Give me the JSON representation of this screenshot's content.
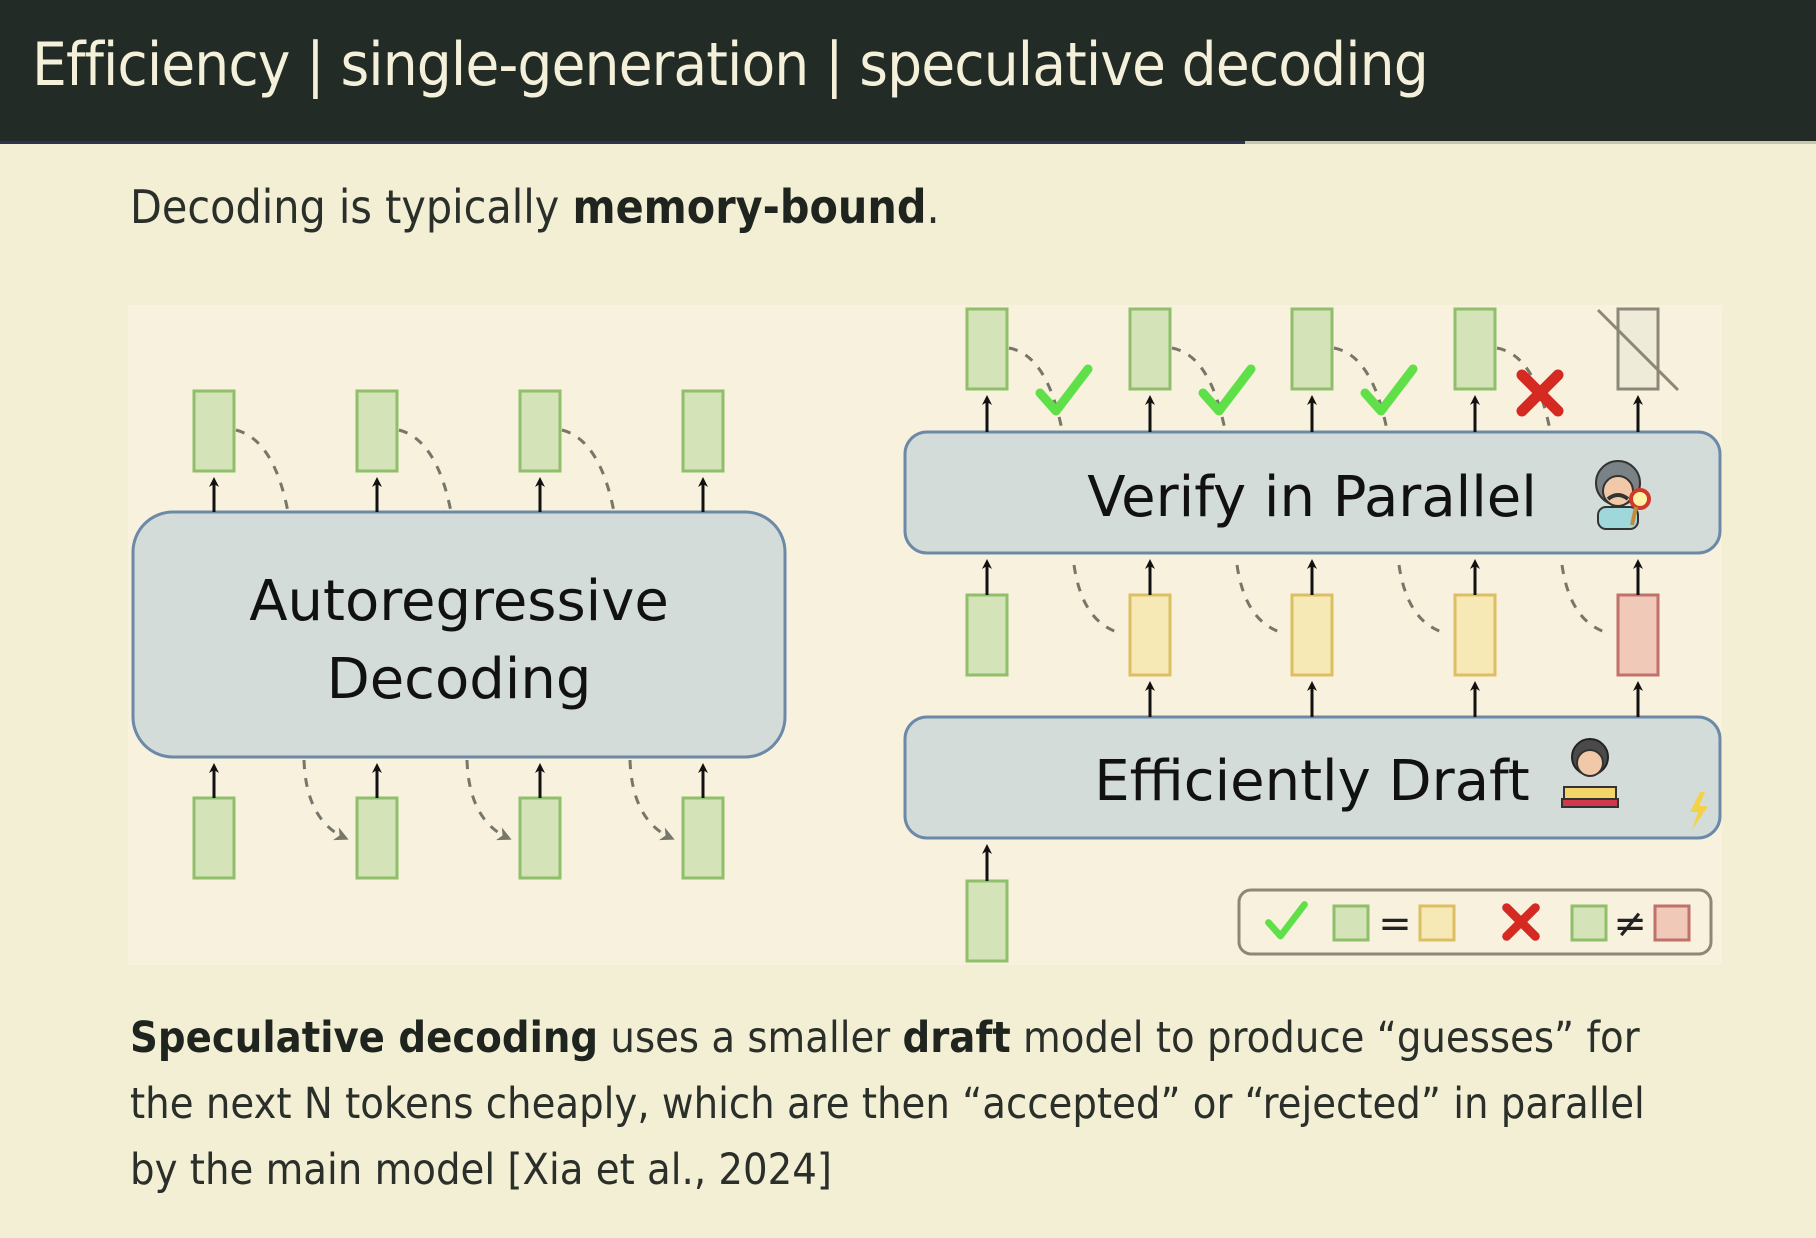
{
  "header": {
    "title": "Efficiency | single-generation | speculative decoding"
  },
  "subtitle": {
    "prefix": "Decoding is typically ",
    "bold": "memory-bound",
    "suffix": "."
  },
  "diagram": {
    "autoregressive": {
      "label_line1": "Autoregressive",
      "label_line2": "Decoding",
      "output_tokens": 4,
      "input_tokens": 4
    },
    "speculative": {
      "verify_label": "Verify in Parallel",
      "verify_icon": "inspector-with-magnifier-icon",
      "draft_label": "Efficiently Draft",
      "draft_icon": "student-reading-book-icon",
      "draft_badge_icon": "lightning-bolt-icon",
      "verification_results": [
        "accepted",
        "accepted",
        "accepted",
        "rejected"
      ],
      "draft_tokens": [
        "match",
        "match",
        "match",
        "mismatch"
      ],
      "discarded_output": "crossed-out-token"
    },
    "legend": {
      "accept_symbol": "=",
      "reject_symbol": "≠",
      "accept_icon": "check-icon",
      "reject_icon": "cross-icon"
    },
    "colors": {
      "token_green_fill": "#d4e3b8",
      "token_green_stroke": "#8fbf6a",
      "token_yellow_fill": "#f6e9b5",
      "token_yellow_stroke": "#dbbf62",
      "token_red_fill": "#f0c9b9",
      "token_red_stroke": "#c0716c",
      "token_gray_fill": "#efebd9",
      "token_gray_stroke": "#8c8777",
      "box_fill": "#d3dcd8",
      "box_stroke": "#6c89a7",
      "check": "#5fe048",
      "cross": "#d42a22"
    }
  },
  "caption": {
    "bold1": "Speculative decoding",
    "text1": " uses a smaller ",
    "bold2": "draft",
    "text2": " model to produce “guesses” for",
    "line2": "the next N tokens cheaply, which are then “accepted” or “rejected” in parallel",
    "line3": "by the main model [Xia et al., 2024]"
  }
}
